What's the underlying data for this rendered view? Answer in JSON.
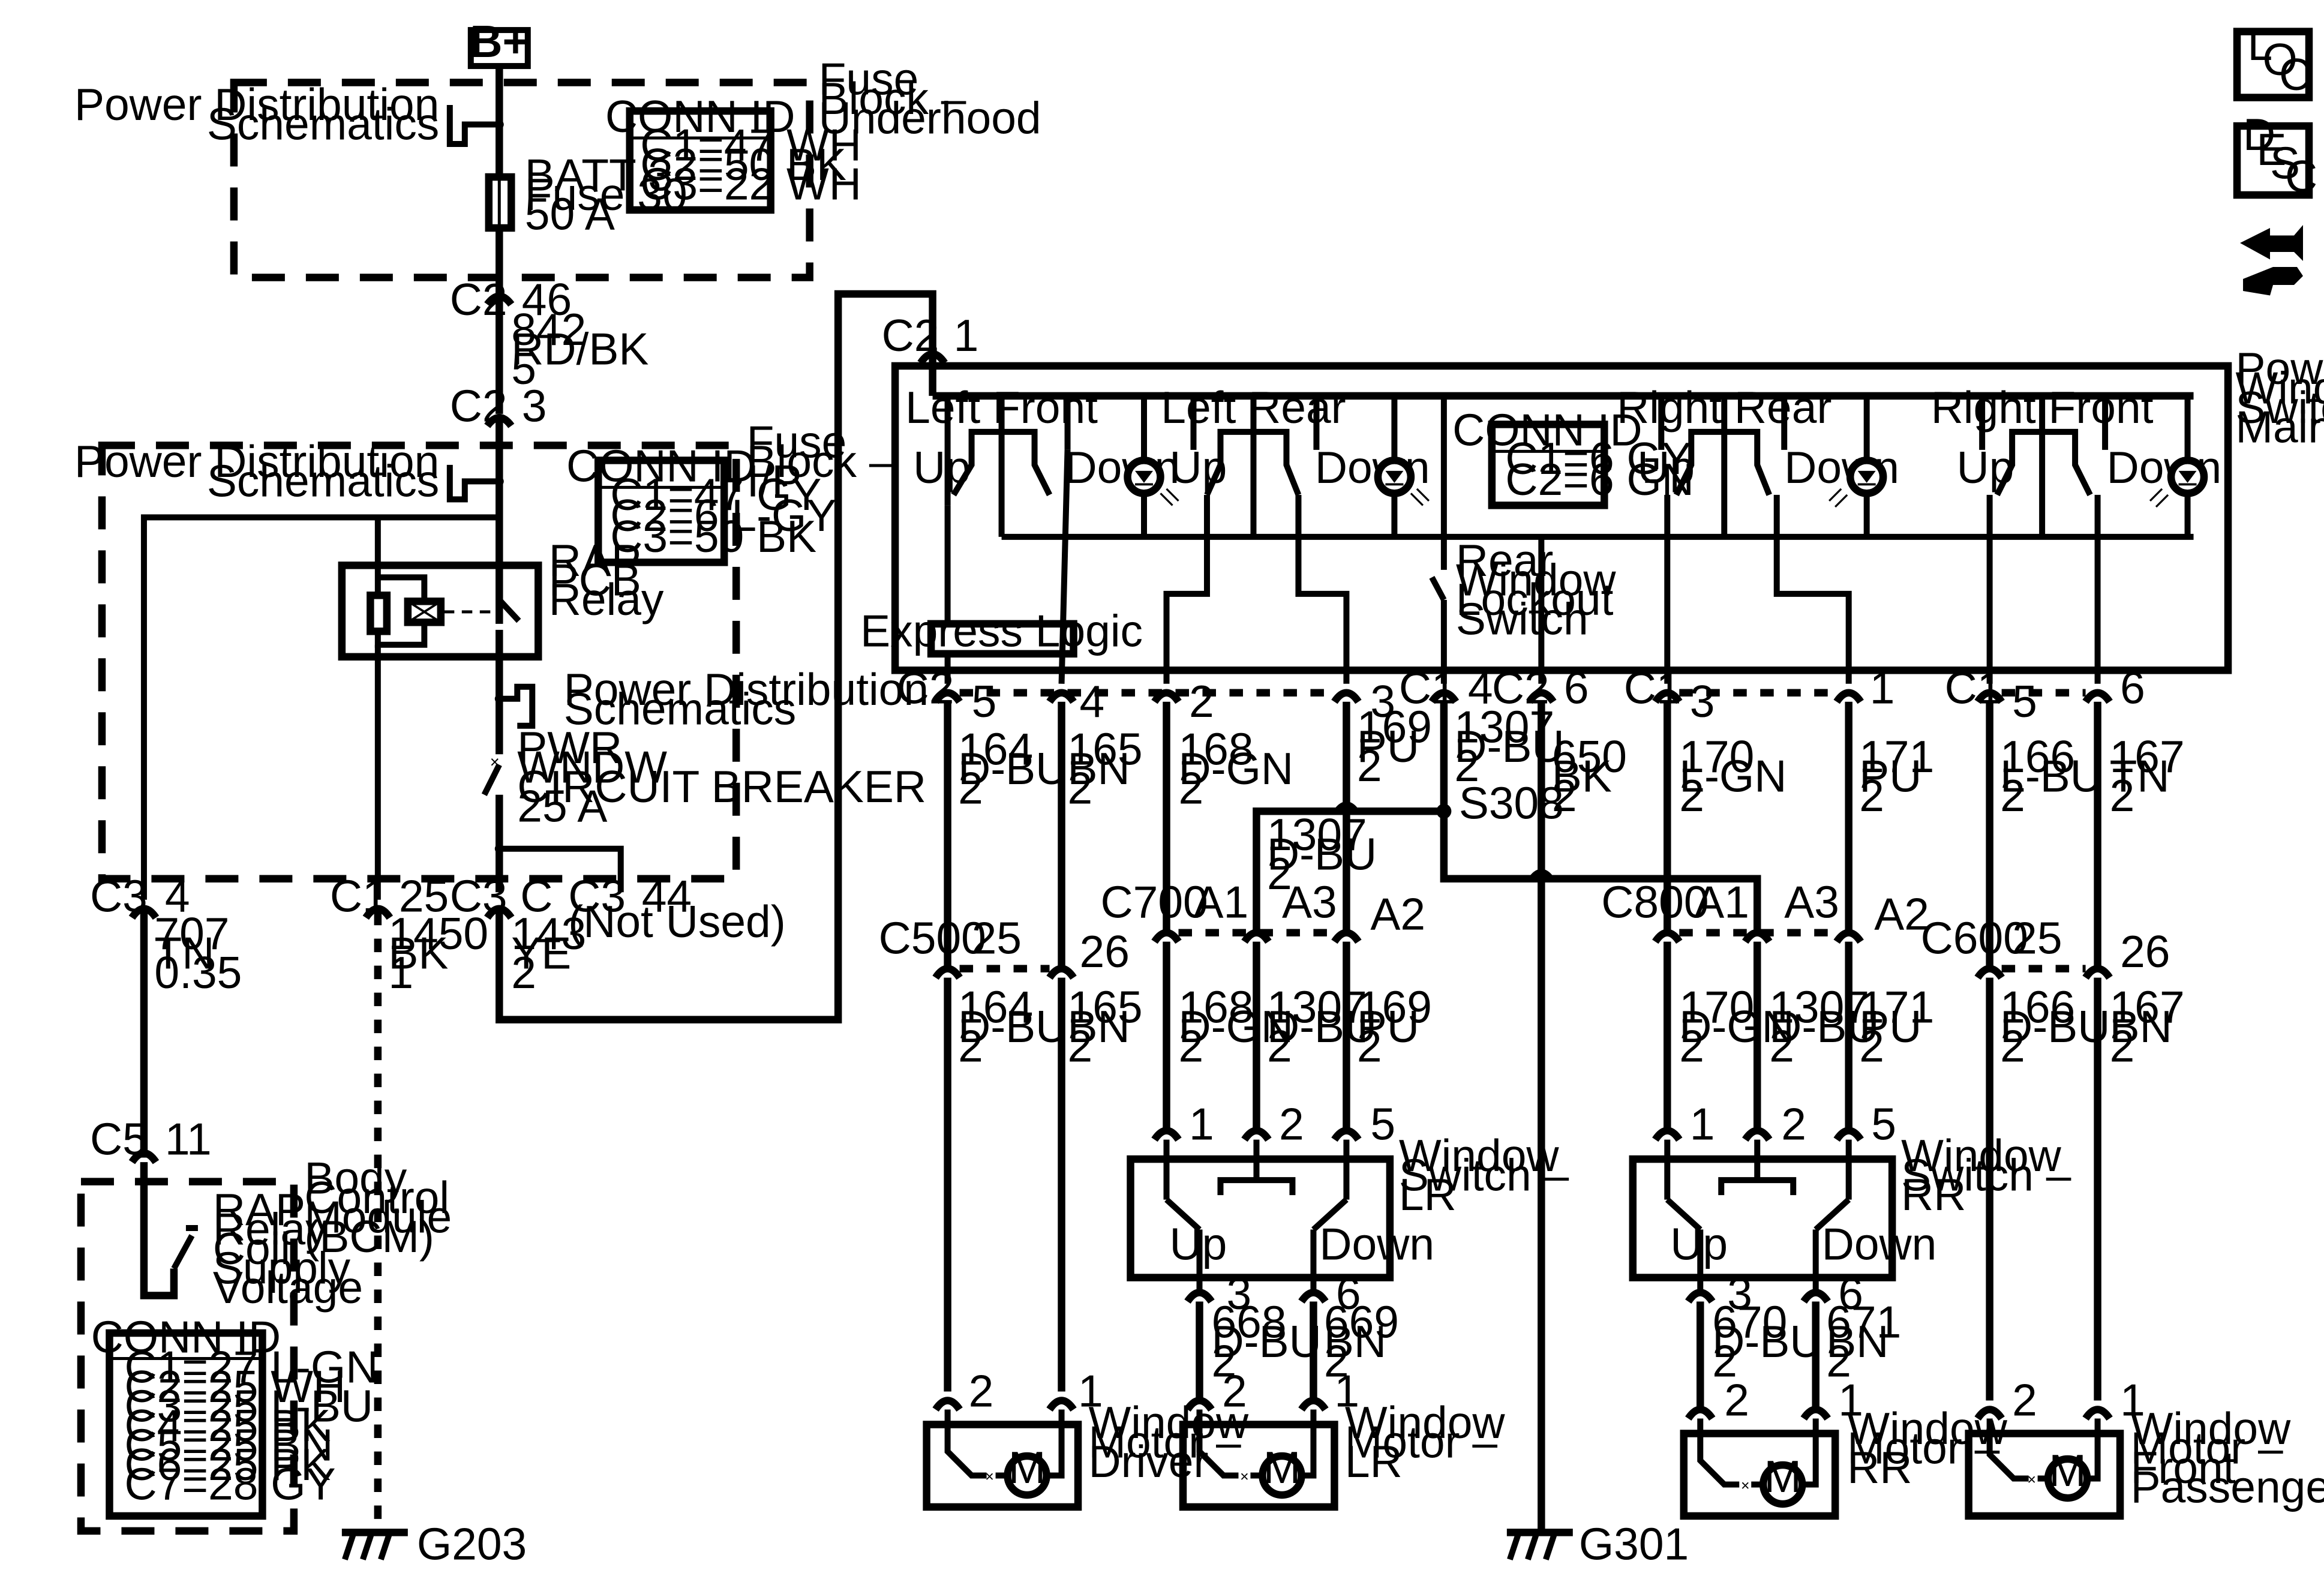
{
  "supply": {
    "battery": "B+"
  },
  "nav_icons": {
    "loc": [
      "L",
      "O",
      "C"
    ],
    "desc": [
      "D",
      "E",
      "S",
      "C"
    ],
    "connector_icon": "connector-end-view-icon"
  },
  "fuse_block_underhood": {
    "title": [
      "Fuse",
      "Block –",
      "Underhood"
    ],
    "pds": [
      "Power Distribution",
      "Schematics"
    ],
    "conn_id": {
      "title": "CONN ID",
      "rows": [
        "C1=47 WH",
        "C2=50 BK",
        "C3=22 WH"
      ]
    },
    "fuse": [
      "BATT 3",
      "Fuse 30",
      "50 A"
    ]
  },
  "feed_circuit": {
    "c2_46": {
      "conn": "C2",
      "pin": "46"
    },
    "wire": [
      "842",
      "RD/BK",
      "5"
    ],
    "c2_3": {
      "conn": "C2",
      "pin": "3"
    }
  },
  "fuse_block_ip": {
    "title": [
      "Fuse",
      "Block –",
      "I/P"
    ],
    "pds_top": [
      "Power Distribution",
      "Schematics"
    ],
    "conn_id": {
      "title": "CONN ID",
      "rows": [
        "C1=47 GY",
        "C2=6 L-GY",
        "C3=50 BK"
      ]
    },
    "relay": [
      "RAP",
      "PCB",
      "Relay"
    ],
    "pds_mid": [
      "Power Distribution",
      "Schematics"
    ],
    "breaker": [
      "PWR",
      "WNDW",
      "CIRCUIT BREAKER",
      "25 A"
    ]
  },
  "ip_connectors": {
    "c3_4": {
      "conn": "C3",
      "pin": "4"
    },
    "c1_25": {
      "conn": "C1",
      "pin": "25"
    },
    "c3_c": {
      "conn": "C3",
      "pin": "C"
    },
    "c3_44": {
      "conn": "C3",
      "pin": "44",
      "note": "(Not Used)"
    }
  },
  "ip_wires": {
    "w707": [
      "707",
      "TN",
      "0.35"
    ],
    "w1450": [
      "1450",
      "BK",
      "1"
    ],
    "w143": [
      "143",
      "YE",
      "2"
    ]
  },
  "bcm": {
    "conn": {
      "conn": "C5",
      "pin": "11"
    },
    "title": [
      "Body",
      "Control",
      "Module",
      "(BCM)"
    ],
    "coil": [
      "RAP",
      "Relay",
      "Coil",
      "Supply",
      "Voltage"
    ],
    "conn_id": {
      "title": "CONN ID",
      "rows": [
        "C1=27 L-GN",
        "C2=25 WH",
        "C3=25 L-BU",
        "C4=25 BK",
        "C5=25 BN",
        "C6=25 PK",
        "C7=28 GY"
      ]
    }
  },
  "grounds": {
    "g203": "G203",
    "g301": "G301"
  },
  "main_switch": {
    "feed": {
      "conn": "C2",
      "pin": "1"
    },
    "title": [
      "Power",
      "Window",
      "Switch –",
      "Main"
    ],
    "sections": [
      "Left Front",
      "Left Rear",
      "Right Rear",
      "Right Front"
    ],
    "up": "Up",
    "down": "Down",
    "conn_id": {
      "title": "CONN ID",
      "rows": [
        "C1=6 GY",
        "C2=6 GN"
      ]
    },
    "express_logic": "Express Logic",
    "lockout": [
      "Rear",
      "Window",
      "Lockout",
      "Switch"
    ],
    "pins": {
      "c2_5": {
        "conn": "C2",
        "pin": "5"
      },
      "c2_4": {
        "pin": "4"
      },
      "c2_2": {
        "pin": "2"
      },
      "c2_3": {
        "pin": "3"
      },
      "c1_4": {
        "conn": "C1",
        "pin": "4"
      },
      "c2_6": {
        "conn": "C2",
        "pin": "6"
      },
      "c1_3": {
        "conn": "C1",
        "pin": "3"
      },
      "c1_1": {
        "pin": "1"
      },
      "c1_5": {
        "conn": "C1",
        "pin": "5"
      },
      "c1_6": {
        "pin": "6"
      }
    }
  },
  "upper_wires": {
    "w164": [
      "164",
      "D-BU",
      "2"
    ],
    "w165": [
      "165",
      "BN",
      "2"
    ],
    "w168": [
      "168",
      "D-GN",
      "2"
    ],
    "w169": [
      "169",
      "PU",
      "2"
    ],
    "w1307": [
      "1307",
      "D-BU",
      "2"
    ],
    "w650": [
      "650",
      "BK",
      "2"
    ],
    "w170": [
      "170",
      "L-GN",
      "2"
    ],
    "w171": [
      "171",
      "PU",
      "2"
    ],
    "w166": [
      "166",
      "L-BU",
      "2"
    ],
    "w167": [
      "167",
      "TN",
      "2"
    ],
    "w1307b": [
      "1307",
      "D-BU",
      "2"
    ]
  },
  "splice": "S308",
  "inline_connectors": {
    "c500": {
      "name": "C500",
      "pins": [
        "25",
        "26"
      ]
    },
    "c700": {
      "name": "C700",
      "pins": [
        "A1",
        "A3",
        "A2"
      ]
    },
    "c800": {
      "name": "C800",
      "pins": [
        "A1",
        "A3",
        "A2"
      ]
    },
    "c600": {
      "name": "C600",
      "pins": [
        "25",
        "26"
      ]
    }
  },
  "lower_wires": {
    "w164": [
      "164",
      "D-BU",
      "2"
    ],
    "w165": [
      "165",
      "BN",
      "2"
    ],
    "w168": [
      "168",
      "D-GN",
      "2"
    ],
    "w1307a": [
      "1307",
      "D-BU",
      "2"
    ],
    "w169": [
      "169",
      "PU",
      "2"
    ],
    "w170": [
      "170",
      "D-GN",
      "2"
    ],
    "w1307b": [
      "1307",
      "D-BU",
      "2"
    ],
    "w171": [
      "171",
      "PU",
      "2"
    ],
    "w166": [
      "166",
      "D-BU",
      "2"
    ],
    "w167": [
      "167",
      "BN",
      "2"
    ]
  },
  "switch_lr": {
    "title": [
      "Window",
      "Switch –",
      "LR"
    ],
    "pins": [
      "1",
      "2",
      "5"
    ],
    "up": "Up",
    "down": "Down",
    "out_pins": [
      "3",
      "6"
    ]
  },
  "switch_rr": {
    "title": [
      "Window",
      "Switch –",
      "RR"
    ],
    "pins": [
      "1",
      "2",
      "5"
    ],
    "up": "Up",
    "down": "Down",
    "out_pins": [
      "3",
      "6"
    ]
  },
  "motor_wires": {
    "w668": [
      "668",
      "D-BU",
      "2"
    ],
    "w669": [
      "669",
      "BN",
      "2"
    ],
    "w670": [
      "670",
      "D-BU",
      "2"
    ],
    "w671": [
      "671",
      "BN",
      "2"
    ]
  },
  "motors": {
    "driver": {
      "title": [
        "Window",
        "Motor –",
        "Driver"
      ],
      "pins": [
        "2",
        "1"
      ],
      "m": "M"
    },
    "lr": {
      "title": [
        "Window",
        "Motor –",
        "LR"
      ],
      "pins": [
        "2",
        "1"
      ],
      "m": "M"
    },
    "rr": {
      "title": [
        "Window",
        "Motor –",
        "RR"
      ],
      "pins": [
        "2",
        "1"
      ],
      "m": "M"
    },
    "fp": {
      "title": [
        "Window",
        "Motor –",
        "Front",
        "Passenger"
      ],
      "pins": [
        "2",
        "1"
      ],
      "m": "M"
    }
  }
}
